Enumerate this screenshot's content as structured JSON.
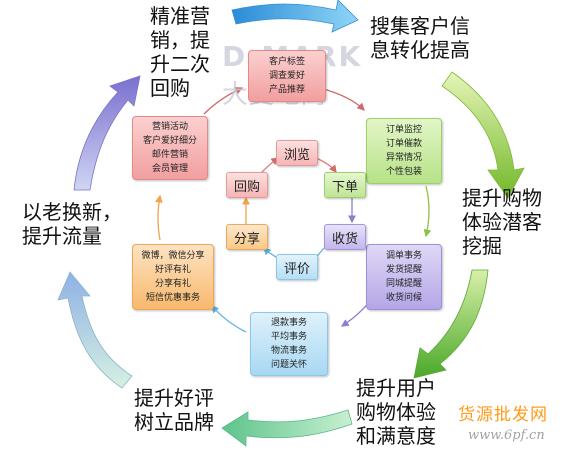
{
  "outer_labels": {
    "top_left": "精准营\n销，提\n升二次\n回购",
    "top_right": "搜集客户信\n息转化提高",
    "right": "提升购物\n体验潜客\n挖掘",
    "bottom_right": "提升用户\n购物体验\n和满意度",
    "bottom_left": "提升好评\n树立品牌",
    "left": "以老换新，\n提升流量"
  },
  "boxes": {
    "top": [
      "客户标签",
      "调查爱好",
      "产品推荐"
    ],
    "top_right": [
      "订单监控",
      "订单催款",
      "异常情况",
      "个性包装"
    ],
    "bottom_right": [
      "调单事务",
      "发货提醒",
      "同城提醒",
      "收货问候"
    ],
    "bottom": [
      "退款事务",
      "平均事务",
      "物流事务",
      "问题关怀"
    ],
    "bottom_left": [
      "微博，微信分享",
      "好评有礼",
      "分享有礼",
      "短信优惠事务"
    ],
    "top_left": [
      "营销活动",
      "客户爱好细分",
      "邮件营销",
      "会员管理"
    ]
  },
  "cycle": {
    "browse": "浏览",
    "order": "下单",
    "receive": "收货",
    "review": "评价",
    "share": "分享",
    "repurchase": "回购"
  },
  "watermark": {
    "logo": "D-MARK",
    "chinese": "大麦电商"
  },
  "footer": {
    "brand": "货源批发网",
    "url": "www.6pf.cn"
  },
  "colors": {
    "arrow_blue": "#4fb3e8",
    "arrow_green": "#9ad04a",
    "arrow_purple": "#8a7fd2",
    "box_red": "#f4a6a6",
    "box_green": "#c8eba0",
    "box_purple": "#c3b5ea",
    "box_blue": "#b6dff5",
    "box_orange": "#fbc98f",
    "brand_orange": "#ff9a1a"
  }
}
